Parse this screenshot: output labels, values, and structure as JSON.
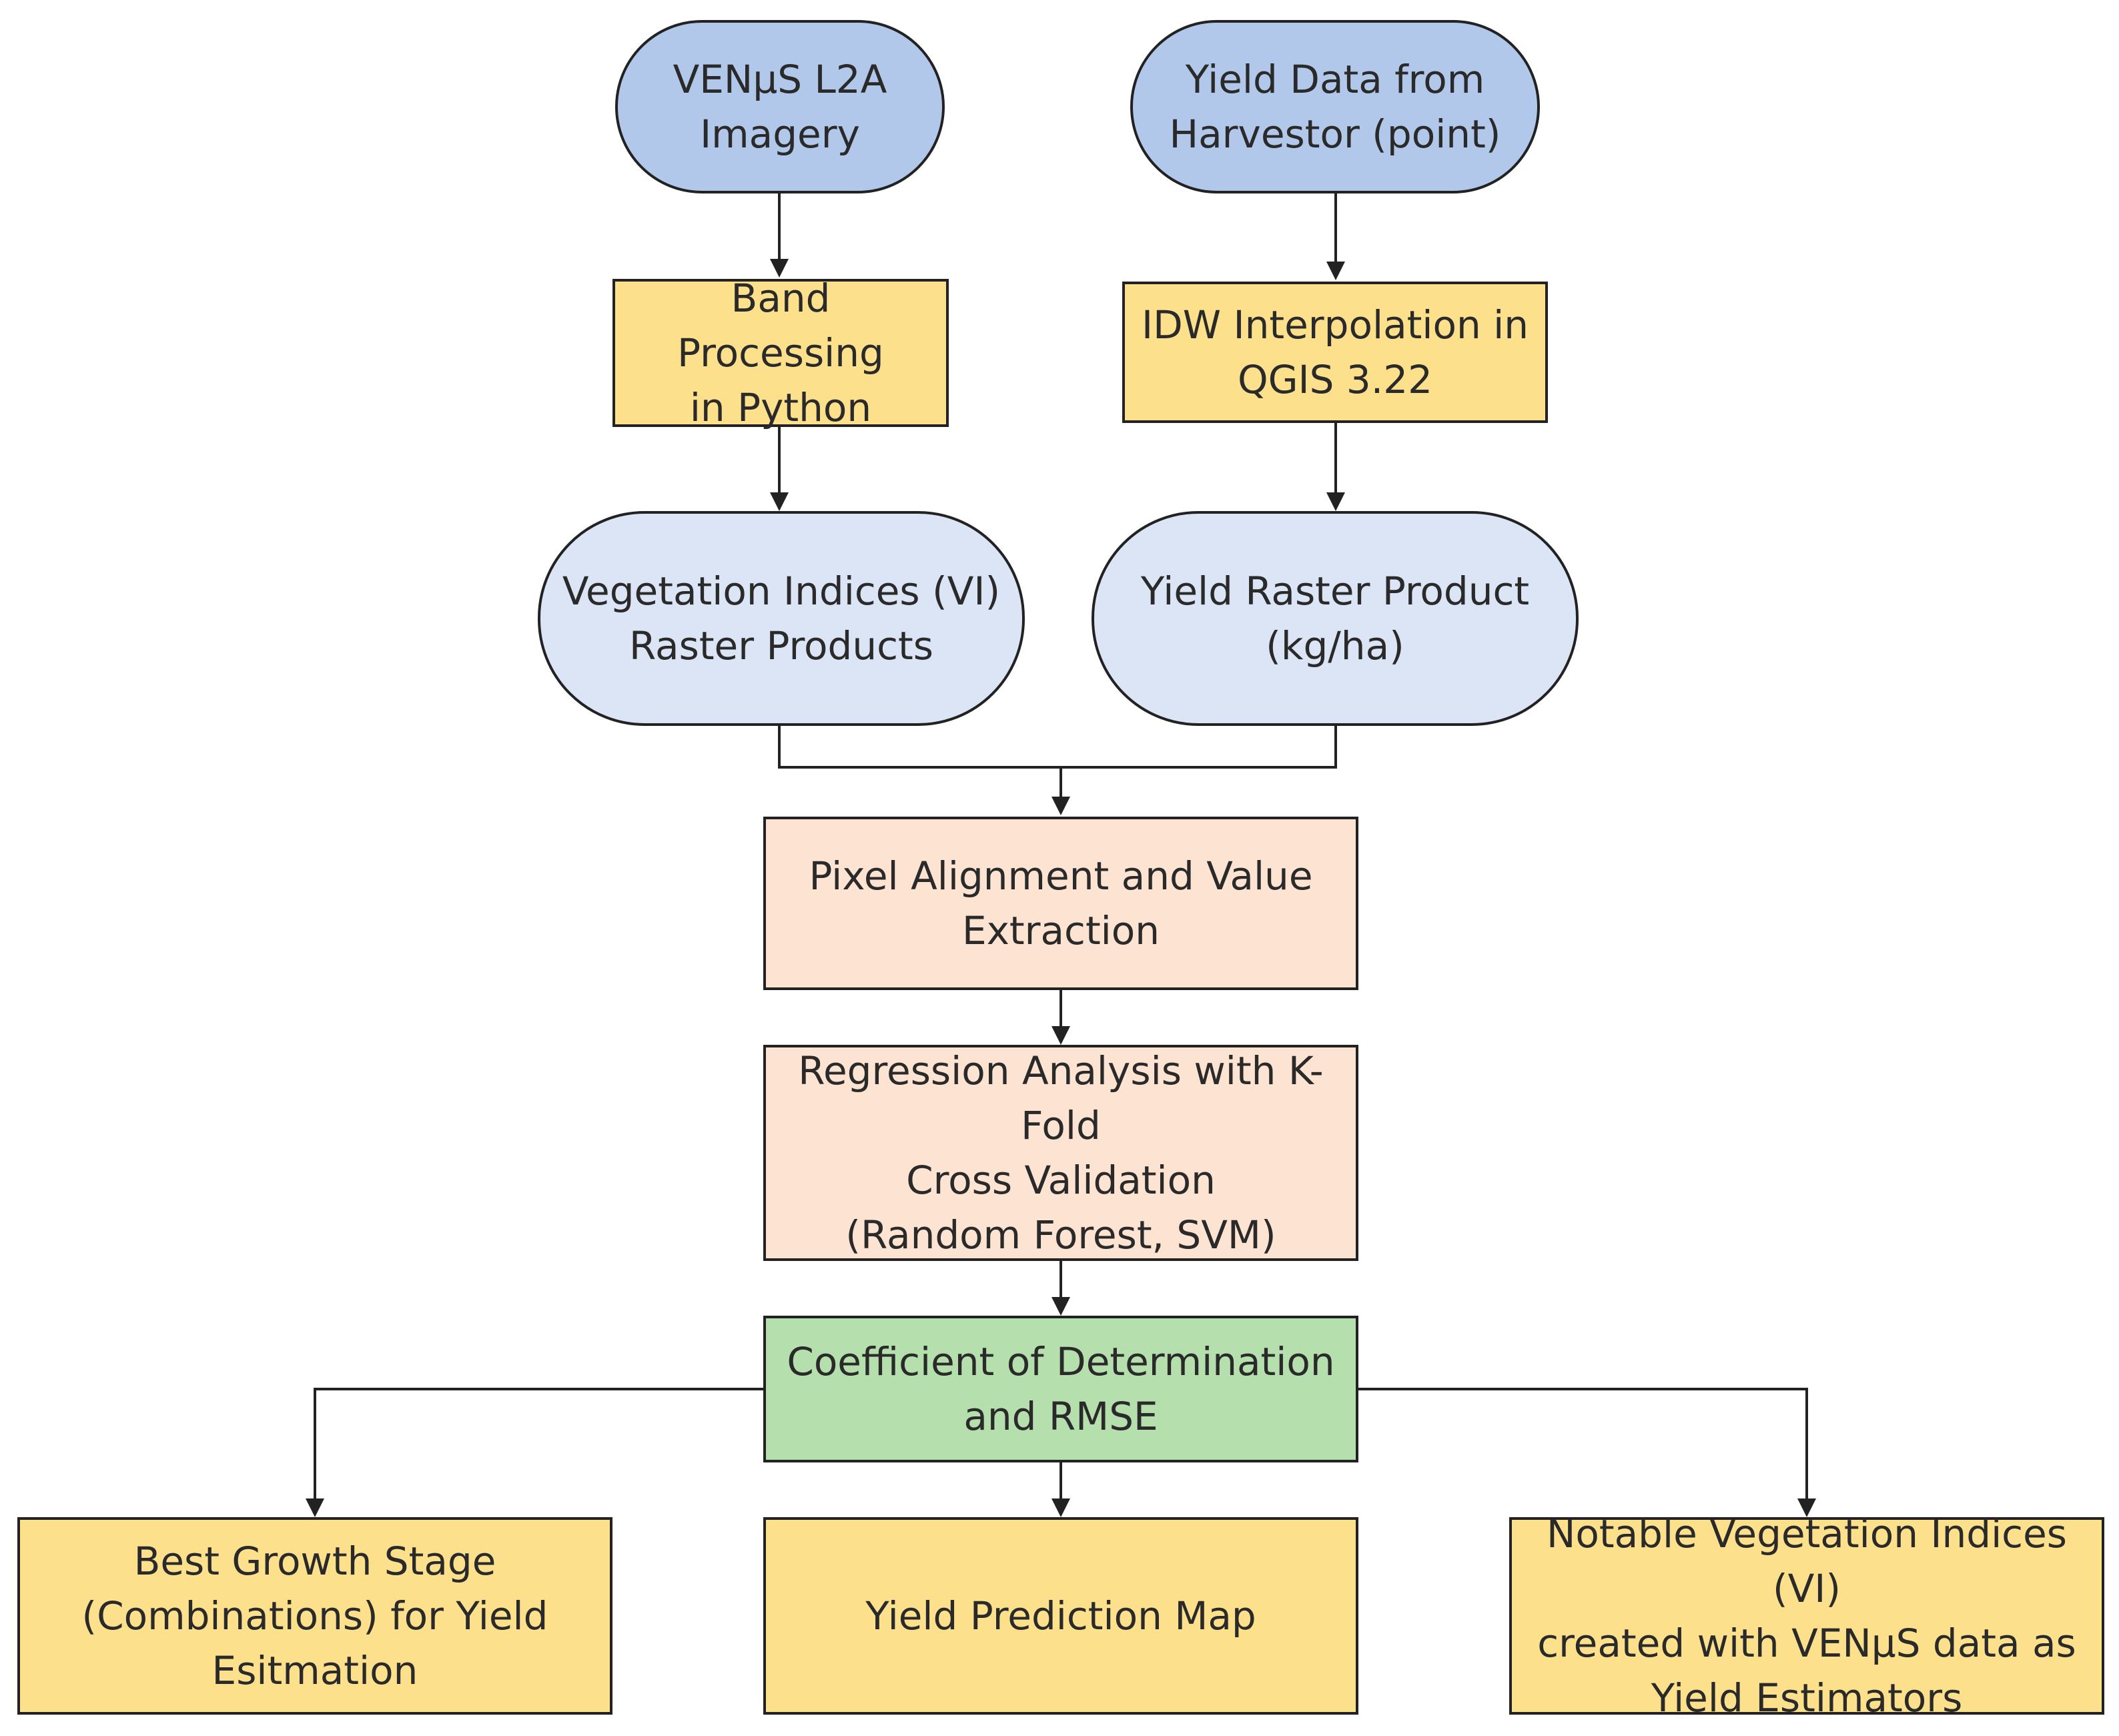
{
  "colors": {
    "source_fill": "#b2c8ea",
    "process_fill": "#fde08c",
    "product_fill": "#dbe5f5",
    "analysis_fill": "#fde3d1",
    "metric_fill": "#b6dfae",
    "output_fill": "#fde08c",
    "stroke": "#222222"
  },
  "nodes": {
    "venus_imagery": "VENμS L2A\nImagery",
    "yield_data": "Yield Data from\nHarvestor (point)",
    "band_processing": "Band Processing\nin Python",
    "idw_interpolation": "IDW Interpolation in\nQGIS 3.22",
    "vi_raster": "Vegetation Indices (VI)\nRaster Products",
    "yield_raster": "Yield Raster Product\n(kg/ha)",
    "pixel_alignment": "Pixel Alignment and Value\nExtraction",
    "regression": "Regression Analysis with K-Fold\nCross Validation\n(Random Forest, SVM)",
    "coefficient": "Coefficient of Determination\nand RMSE",
    "best_growth_stage": "Best Growth Stage\n(Combinations) for Yield\nEsitmation",
    "yield_prediction_map": "Yield Prediction Map",
    "notable_vi": "Notable Vegetation Indices (VI)\ncreated with VENμS data as\nYield Estimators"
  }
}
